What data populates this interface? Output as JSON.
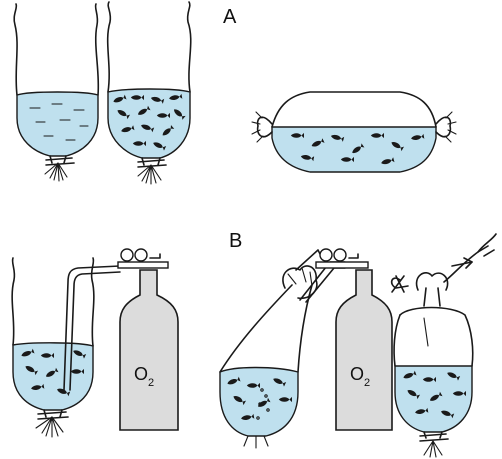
{
  "labels": {
    "panel_a": "A",
    "panel_b": "B"
  },
  "oxygen_label": {
    "symbol": "O",
    "subscript": "2"
  },
  "colors": {
    "water": "#bfe0ee",
    "bottle": "#dcdcdc",
    "ink": "#1a1a1a"
  }
}
